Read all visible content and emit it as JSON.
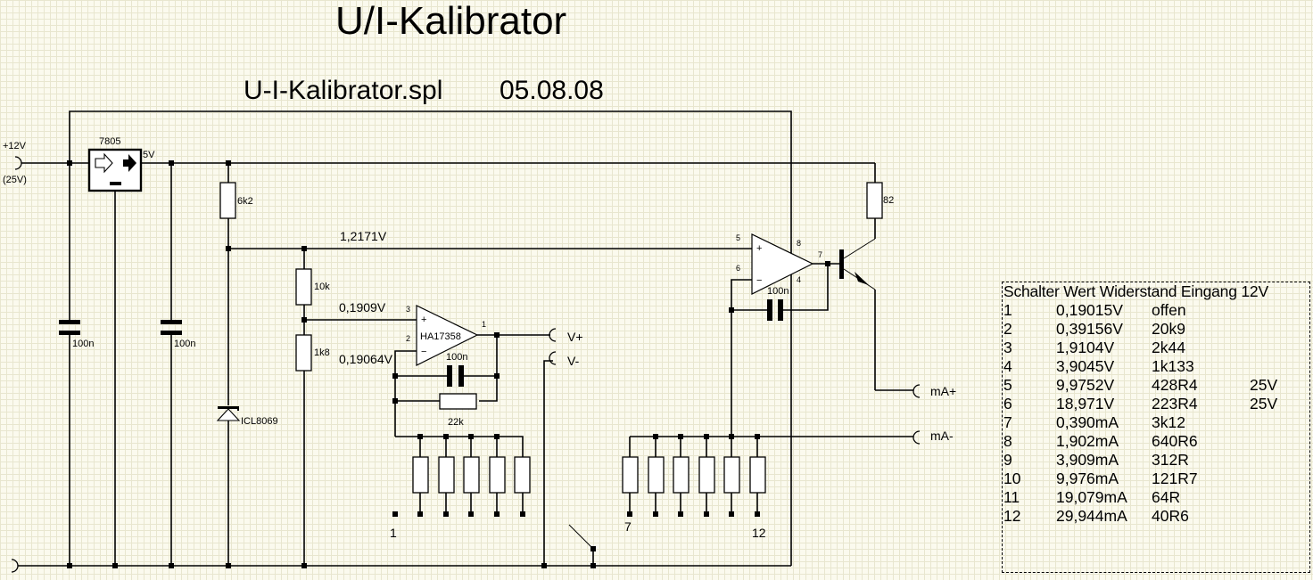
{
  "title": "U/I-Kalibrator",
  "subtitle": {
    "filename": "U-I-Kalibrator.spl",
    "date": "05.08.08"
  },
  "supply": {
    "input_label": "+12V",
    "input_alt": "(25V)",
    "regulator": "7805",
    "regulator_out": "5V"
  },
  "components": {
    "c1": "100n",
    "c2": "100n",
    "r_ref": "6k2",
    "zener": "ICL8069",
    "r_div_top": "10k",
    "r_div_bottom": "1k8",
    "opamp1": "HA17358",
    "c_fb1": "100n",
    "r_fb1": "22k",
    "c_fb2": "100n",
    "r_collector": "82"
  },
  "nets": {
    "ref_voltage": "1,2171V",
    "div_voltage": "0,1909V",
    "inv_voltage": "0,19064V"
  },
  "pins": {
    "op1_in_plus": "3",
    "op1_in_minus": "2",
    "op1_out": "1",
    "op2_in_plus": "5",
    "op2_in_minus": "6",
    "op2_out": "7",
    "op2_vcc": "8",
    "op2_gnd": "4"
  },
  "terminals": {
    "v_plus": "V+",
    "v_minus": "V-",
    "ma_plus": "mA+",
    "ma_minus": "mA-"
  },
  "switch_labels": {
    "pos1": "1",
    "pos7": "7",
    "pos12": "12"
  },
  "table": {
    "header": "Schalter Wert Widerstand Eingang 12V",
    "rows": [
      {
        "schalter": "1",
        "wert": "0,19015V",
        "widerstand": "offen",
        "eingang": ""
      },
      {
        "schalter": "2",
        "wert": "0,39156V",
        "widerstand": "20k9",
        "eingang": ""
      },
      {
        "schalter": "3",
        "wert": "1,9104V",
        "widerstand": "2k44",
        "eingang": ""
      },
      {
        "schalter": "4",
        "wert": "3,9045V",
        "widerstand": "1k133",
        "eingang": ""
      },
      {
        "schalter": "5",
        "wert": "9,9752V",
        "widerstand": "428R4",
        "eingang": "25V"
      },
      {
        "schalter": "6",
        "wert": "18,971V",
        "widerstand": "223R4",
        "eingang": "25V"
      },
      {
        "schalter": "7",
        "wert": "0,390mA",
        "widerstand": "3k12",
        "eingang": ""
      },
      {
        "schalter": "8",
        "wert": "1,902mA",
        "widerstand": "640R6",
        "eingang": ""
      },
      {
        "schalter": "9",
        "wert": "3,909mA",
        "widerstand": "312R",
        "eingang": ""
      },
      {
        "schalter": "10",
        "wert": "9,976mA",
        "widerstand": "121R7",
        "eingang": ""
      },
      {
        "schalter": "11",
        "wert": "19,079mA",
        "widerstand": "64R",
        "eingang": ""
      },
      {
        "schalter": "12",
        "wert": "29,944mA",
        "widerstand": "40R6",
        "eingang": ""
      }
    ]
  }
}
